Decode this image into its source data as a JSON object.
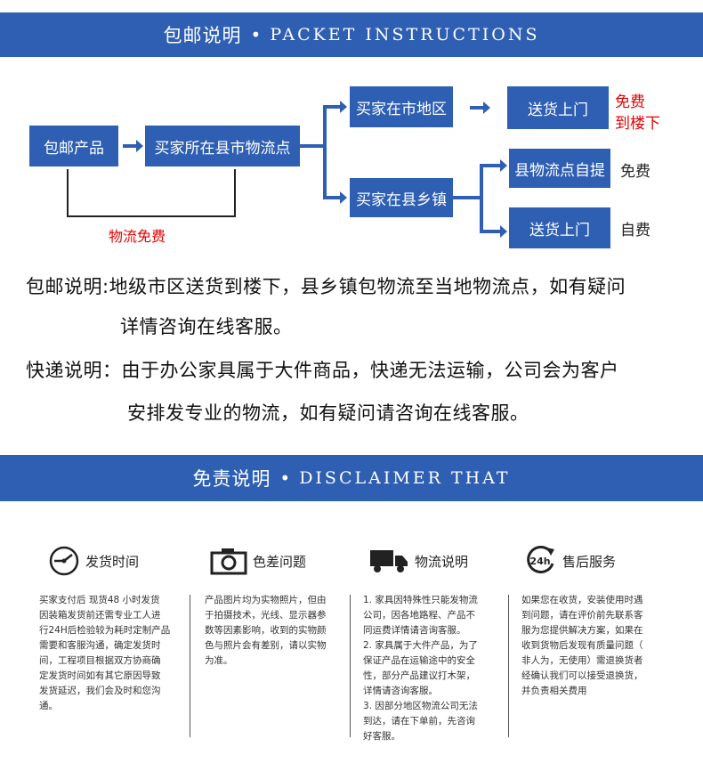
{
  "header1": {
    "cn": "包邮说明",
    "dot": "•",
    "en": "PACKET INSTRUCTIONS"
  },
  "flow": {
    "start": "包邮产品",
    "city_logistics": "买家所在县市物流点",
    "urban": "买家在市地区",
    "county": "买家在县乡镇",
    "deliver_upstairs_1": "送货上门",
    "pickup_point": "县物流点自提",
    "deliver_upstairs_2": "送货上门",
    "free_delivery_line1": "免费",
    "free_delivery_line2": "到楼下",
    "free": "免费",
    "self_pay": "自费",
    "logistics_free": "物流免费"
  },
  "policy": {
    "line1": "包邮说明:地级市区送货到楼下，县乡镇包物流至当地物流点，如有疑问",
    "line2": "详情咨询在线客服。",
    "line3": "快递说明：由于办公家具属于大件商品，快递无法运输，公司会为客户",
    "line4": "安排发专业的物流，如有疑问请咨询在线客服。"
  },
  "header2": {
    "cn": "免责说明",
    "dot": "•",
    "en": "DISCLAIMER THAT"
  },
  "disclaimer": [
    {
      "icon": "clock-icon",
      "title": "发货时间",
      "lines": [
        "买家支付后 现货48 小时发货",
        "因装箱发货前还需专业工人进",
        "行24H后检验较为耗时定制产品",
        "需要和客服沟通，确定发货时",
        "间，工程项目根据双方协商确",
        "定发货时间如有其它原因导致",
        "发货延迟，我们会及时和您沟",
        "通。"
      ]
    },
    {
      "icon": "camera-icon",
      "title": "色差问题",
      "lines": [
        "产品图片均为实物照片，但由",
        "于拍摄技术，光线、显示器参",
        "数等因素影响，收到的实物颜",
        "色与照片会有差别，请以实物",
        "为准。"
      ]
    },
    {
      "icon": "truck-icon",
      "title": "物流说明",
      "lines": [
        "1. 家具因特殊性只能发物流",
        "公司，因各地路程、产品不",
        "同运费详情请咨询客服。",
        "2. 家具属于大件产品，为了",
        "保证产品在运输途中的安全",
        "性，部分产品建议打木架，",
        "详情请咨询客服。",
        "3. 因部分地区物流公司无法",
        "到达，请在下单前，先咨询",
        "好客服。"
      ]
    },
    {
      "icon": "24h-service-icon",
      "title": "售后服务",
      "lines": [
        "如果您在收货，安装使用时遇",
        "到问题，请在评价前先联系客",
        "服为您提供解决方案，如果在",
        "收到货物后发现有质量问题（",
        "非人为，无使用）需退换货者",
        "经确认我们可以接受退换货，",
        "并负责相关费用"
      ]
    }
  ],
  "colors": {
    "brand_blue": "#2e5fb3",
    "red_note": "#e60000"
  }
}
